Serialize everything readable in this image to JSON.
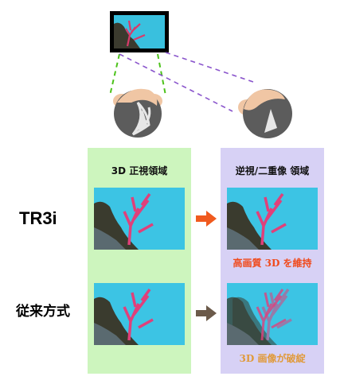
{
  "panels": {
    "left": {
      "header": "3D 正視領域"
    },
    "right": {
      "header": "逆視/二重像 領域"
    }
  },
  "rows": [
    {
      "label": "TR3i",
      "result": "高画質 3D を維持",
      "arrow_color": "#f05a1e"
    },
    {
      "label": "従来方式",
      "result": "3D 画像が破綻",
      "arrow_color": "#6b5a4a"
    }
  ],
  "colors": {
    "panel_left_bg": "#cdf5be",
    "panel_right_bg": "#d7d1f5",
    "view_zone_green": "#4cc21a",
    "view_zone_purple": "#8a55cc",
    "maintained_text": "#f04a1c",
    "broken_text": "#e09a3a"
  },
  "icons": {
    "display": "display-icon",
    "viewer_front": "viewer-head-icon",
    "viewer_side": "viewer-head-icon",
    "arrow": "right-arrow-icon"
  }
}
